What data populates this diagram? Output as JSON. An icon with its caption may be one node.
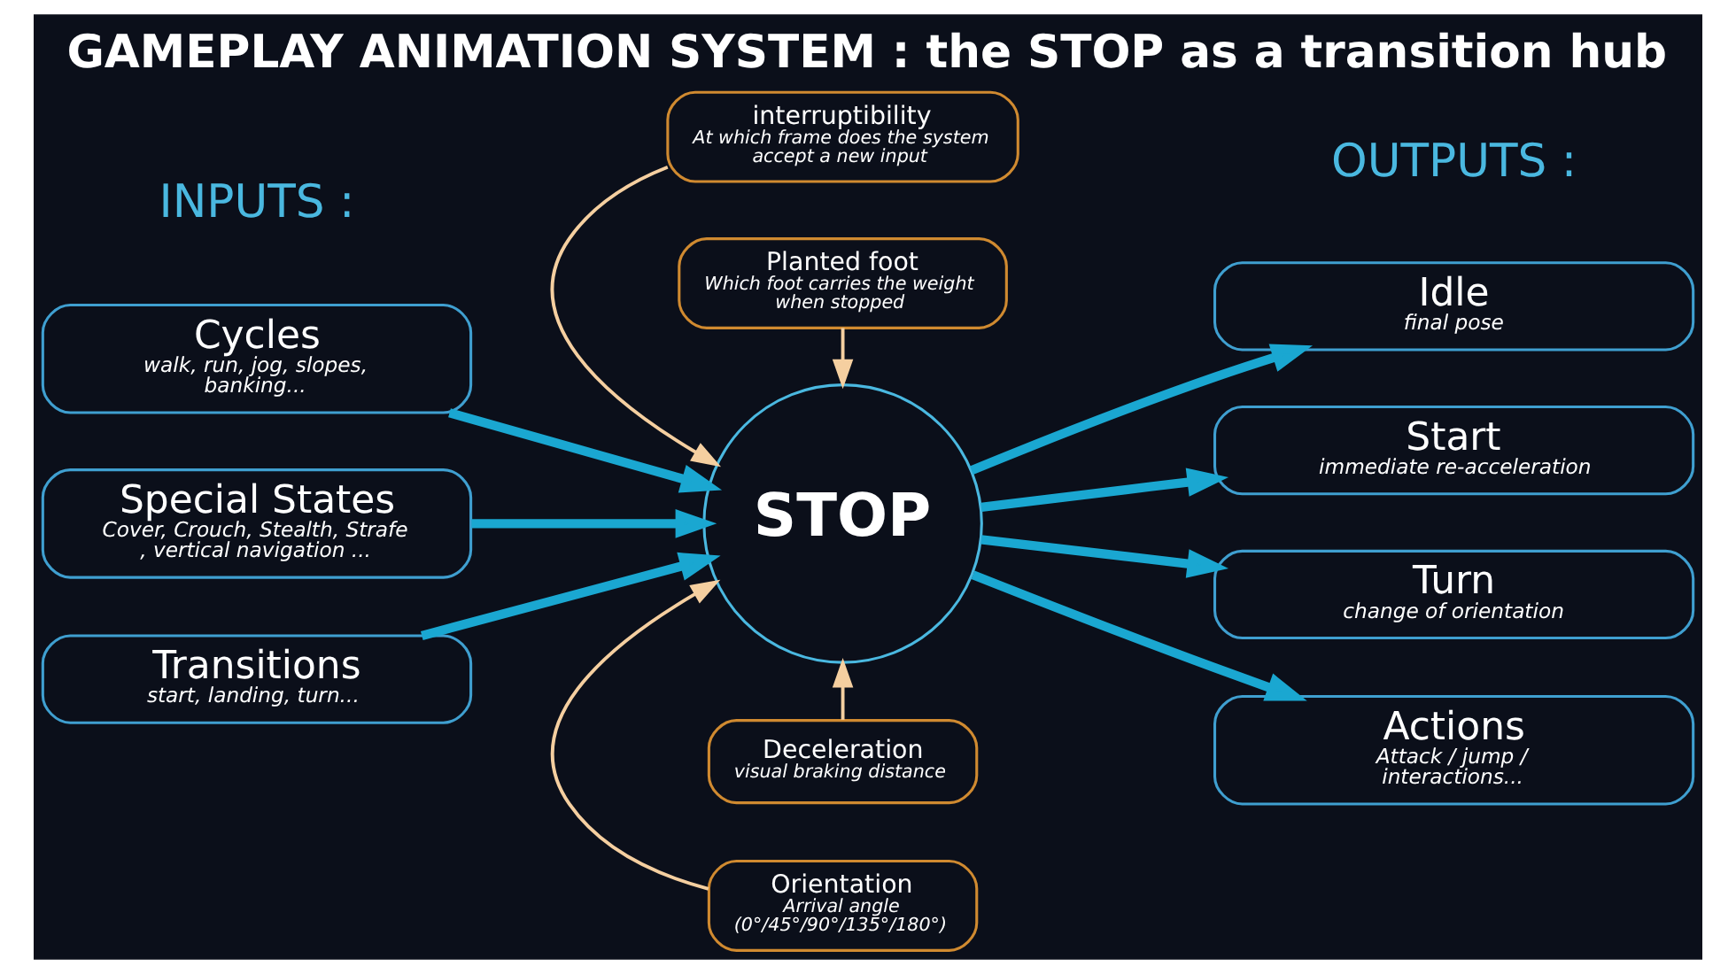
{
  "diagram": {
    "title": "GAMEPLAY ANIMATION SYSTEM : the STOP as a transition hub",
    "nodes": [
      {
        "text": [
          "STOP"
        ]
      },
      {
        "text": [
          "Cycles",
          "walk, run, jog, slopes, banking..."
        ]
      },
      {
        "text": [
          "Special States",
          "Cover, Crouch, Stealth, Strafe , vertical navigation ..."
        ]
      },
      {
        "text": [
          "Transitions",
          "start, landing, turn..."
        ]
      },
      {
        "text": [
          "Idle",
          "final pose"
        ]
      },
      {
        "text": [
          "Start",
          "immediate re-acceleration"
        ]
      },
      {
        "text": [
          "Turn",
          "change of orientation"
        ]
      },
      {
        "text": [
          "Actions",
          "Attack / jump / interactions..."
        ]
      },
      {
        "text": [
          "interruptibility",
          "At which frame does the system accept a new input"
        ]
      },
      {
        "text": [
          "Planted foot",
          "Which foot carries the weight when stopped"
        ]
      },
      {
        "text": [
          "Orientation",
          "Arrival angle (0°/45°/90°/135°/180°)"
        ]
      },
      {
        "text": [
          "Deceleration",
          "visual braking distance"
        ]
      }
    ],
    "edges": [
      {
        "from": 1,
        "to": 0,
        "arrow": "to"
      },
      {
        "from": 2,
        "to": 0,
        "arrow": "to"
      },
      {
        "from": 3,
        "to": 0,
        "arrow": "to"
      },
      {
        "from": 0,
        "to": 4,
        "arrow": "to"
      },
      {
        "from": 0,
        "to": 5,
        "arrow": "to"
      },
      {
        "from": 0,
        "to": 6,
        "arrow": "to"
      },
      {
        "from": 0,
        "to": 7,
        "arrow": "to"
      },
      {
        "from": 8,
        "to": 0,
        "arrow": "to",
        "color": "#f5cfa0"
      },
      {
        "from": 9,
        "to": 0,
        "arrow": "to",
        "color": "#f5cfa0"
      },
      {
        "from": 10,
        "to": 0,
        "arrow": "to",
        "color": "#f5cfa0"
      },
      {
        "from": 11,
        "to": 0,
        "arrow": "to",
        "color": "#f5cfa0"
      }
    ],
    "labels": [
      "INPUTS :",
      "OUTPUTS :"
    ]
  }
}
